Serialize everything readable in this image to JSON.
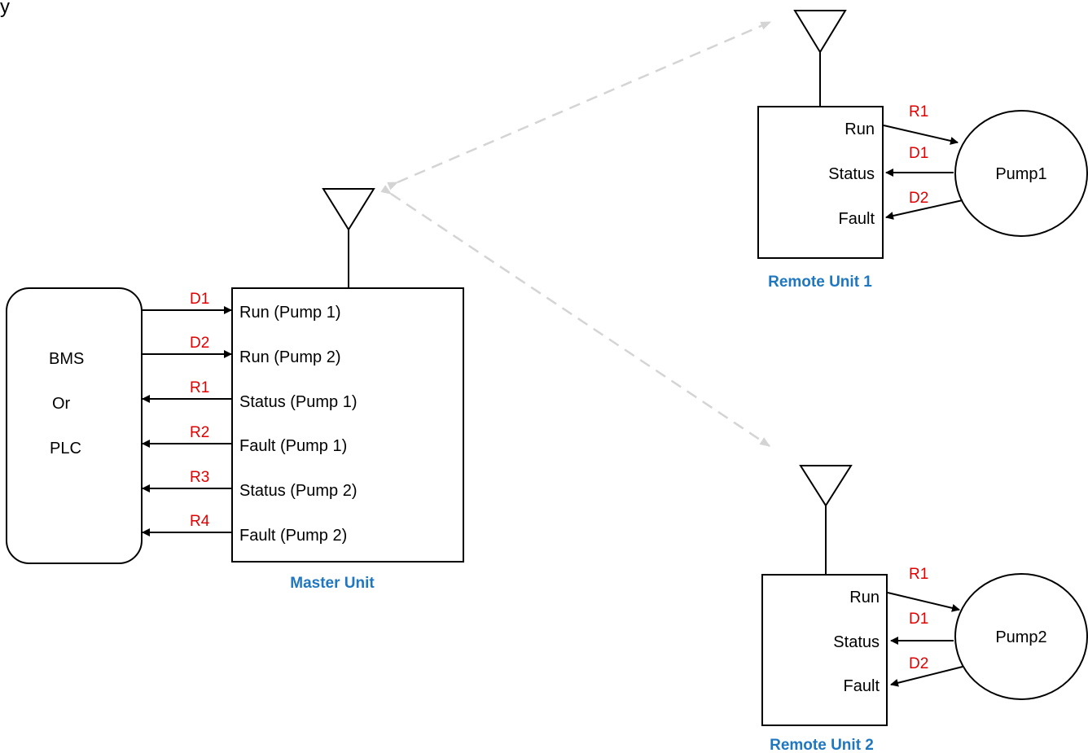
{
  "heading": "y",
  "colors": {
    "line": "#000000",
    "signal_label": "#e00000",
    "unit_caption": "#1f77c0",
    "wireless_link": "#d4d4d4"
  },
  "bms": {
    "lines": [
      "BMS",
      "Or",
      "PLC"
    ]
  },
  "master": {
    "caption": "Master Unit",
    "signals": [
      {
        "label": "Run (Pump 1)",
        "tag": "D1",
        "direction": "in"
      },
      {
        "label": "Run (Pump 2)",
        "tag": "D2",
        "direction": "in"
      },
      {
        "label": "Status (Pump 1)",
        "tag": "R1",
        "direction": "out"
      },
      {
        "label": "Fault (Pump 1)",
        "tag": "R2",
        "direction": "out"
      },
      {
        "label": "Status (Pump 2)",
        "tag": "R3",
        "direction": "out"
      },
      {
        "label": "Fault (Pump 2)",
        "tag": "R4",
        "direction": "out"
      }
    ]
  },
  "remote1": {
    "caption": "Remote Unit 1",
    "pump": "Pump1",
    "signals": [
      {
        "label": "Run",
        "tag": "R1"
      },
      {
        "label": "Status",
        "tag": "D1"
      },
      {
        "label": "Fault",
        "tag": "D2"
      }
    ]
  },
  "remote2": {
    "caption": "Remote Unit 2",
    "pump": "Pump2",
    "signals": [
      {
        "label": "Run",
        "tag": "R1"
      },
      {
        "label": "Status",
        "tag": "D1"
      },
      {
        "label": "Fault",
        "tag": "D2"
      }
    ]
  }
}
